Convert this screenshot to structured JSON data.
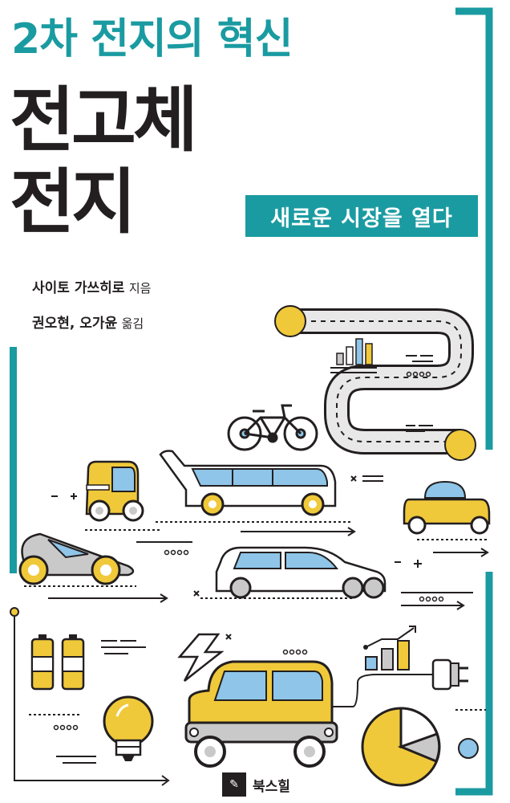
{
  "cover": {
    "supertitle": "2차 전지의 혁신",
    "title_line1": "전고체",
    "title_line2": "전지",
    "subtitle": "새로운 시장을 열다",
    "author_name": "사이토 가쓰히로",
    "author_role": "지음",
    "translator_names": "권오현, 오가윤",
    "translator_role": "옮김",
    "publisher": "북스힐"
  },
  "colors": {
    "teal": "#1a9ba1",
    "yellow": "#f0c93a",
    "dark": "#231f20",
    "blue": "#8ec5e8",
    "gray": "#c9c9c9"
  }
}
